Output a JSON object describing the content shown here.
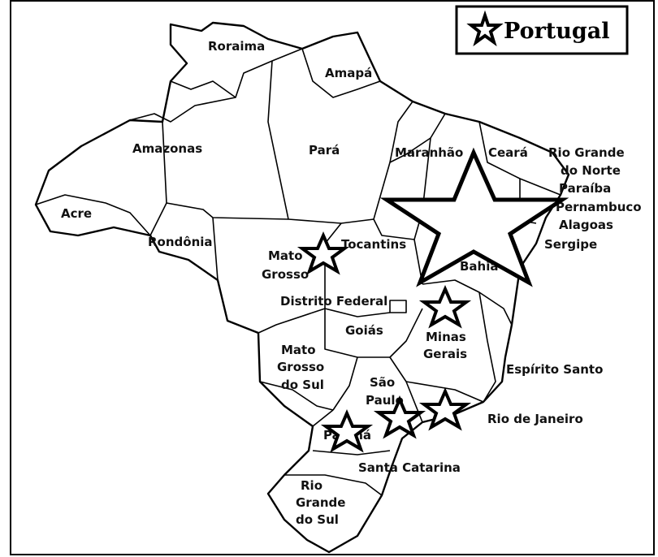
{
  "legend": {
    "label": "Portugal",
    "marker_icon": "star-icon"
  },
  "states": [
    "Roraima",
    "Amapá",
    "Amazonas",
    "Pará",
    "Maranhão",
    "Ceará",
    "Rio Grande",
    "do Norte",
    "Paraíba",
    "Pernambuco",
    "Alagoas",
    "Acre",
    "Rondônia",
    "Mato",
    "Grosso",
    "Tocantins",
    "Bahia",
    "Sergipe",
    "Distrito Federal",
    "Goiás",
    "Minas",
    "Gerais",
    "Mato",
    "Grosso",
    "do Sul",
    "Espírito Santo",
    "São",
    "Paulo",
    "Paraná",
    "Rio de Janeiro",
    "Santa Catarina",
    "Rio",
    "Grande",
    "do Sul"
  ],
  "markers": {
    "icon": "star-icon",
    "locations": [
      "Bahia",
      "Mato Grosso",
      "Minas Gerais",
      "Rio de Janeiro",
      "São Paulo",
      "Paraná"
    ]
  },
  "colors": {
    "line": "#000000",
    "fill": "#ffffff"
  }
}
